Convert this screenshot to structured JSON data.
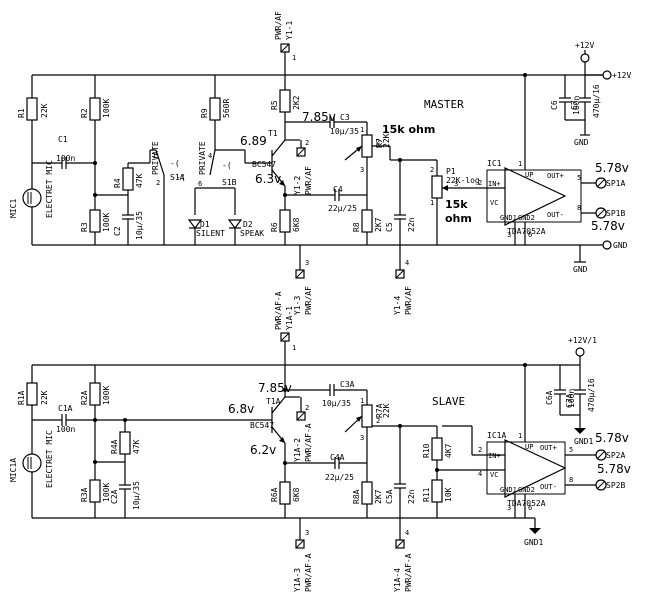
{
  "master": {
    "title": "MASTER",
    "mic": "MIC1",
    "mic_label": "ELECTRET MIC",
    "r1": "R1",
    "r1_val": "22K",
    "r2": "R2",
    "r2_val": "100K",
    "r3": "R3",
    "r3_val": "100K",
    "r4": "R4",
    "r4_val": "47K",
    "r5": "R5",
    "r5_val": "2K2",
    "r6": "R6",
    "r6_val": "6K8",
    "r7": "R7",
    "r7_val": "22K",
    "r8": "R8",
    "r8_val": "2K7",
    "r9": "R9",
    "r9_val": "560R",
    "c1": "C1",
    "c1_val": "100n",
    "c2": "C2",
    "c2_val": "10μ/35",
    "c3": "C3",
    "c3_val": "10μ/35",
    "c4": "C4",
    "c4_val": "22μ/25",
    "c5": "C5",
    "c5_val": "22n",
    "c6": "C6",
    "c6_val": "100n",
    "c7": "C7",
    "c7_val": "470μ/16",
    "t1": "T1",
    "t1_val": "BC547",
    "s1a": "S1A",
    "s1b": "S1B",
    "sw_private": "PRIVATE",
    "sw_private2": "PRIVATE",
    "d1": "D1",
    "d1_val": "SILENT",
    "d2": "D2",
    "d2_val": "SPEAK",
    "p1": "P1",
    "p1_val": "22K-log",
    "ic": "IC1",
    "ic_part": "TDA7052A",
    "y1_1": "Y1-1",
    "y1_1_type": "PWR/AF",
    "y1_2": "Y1-2",
    "y1_2_type": "PWR/AF",
    "y1_3": "Y1-3",
    "y1_3_type": "PWR/AF",
    "y1_4": "Y1-4",
    "y1_4_type": "PWR/AF",
    "sp1a": "SP1A",
    "sp1b": "SP1B",
    "vcc": "+12V",
    "vcc_top": "+12V",
    "gnd": "GND",
    "gnd2": "GND",
    "gnd3": "GND",
    "pin_up": "UP",
    "pin_inp": "IN+",
    "pin_vc": "VC",
    "pin_out1": "OUT+",
    "pin_out2": "OUT-",
    "pin_gnd1": "GND1",
    "pin_gnd2": "GND2",
    "ann_v1": "7.85v",
    "ann_v2": "6.89",
    "ann_v3": "6.3v",
    "ann_15k": "15k ohm",
    "ann_15k2": "15k",
    "ann_ohm": "ohm",
    "ann_out1": "5.78v",
    "ann_out2": "5.78v"
  },
  "slave": {
    "title": "SLAVE",
    "mic": "MIC1A",
    "mic_label": "ELECTRET MIC",
    "r1": "R1A",
    "r1_val": "22K",
    "r2": "R2A",
    "r2_val": "100K",
    "r3": "R3A",
    "r3_val": "100K",
    "r4": "R4A",
    "r4_val": "47K",
    "r6": "R6A",
    "r6_val": "6K8",
    "r7": "R7A",
    "r7_val": "22K",
    "r8": "R8A",
    "r8_val": "2K7",
    "r10": "R10",
    "r10_val": "4K7",
    "r11": "R11",
    "r11_val": "10K",
    "c1": "C1A",
    "c1_val": "100n",
    "c2": "C2A",
    "c2_val": "10μ/35",
    "c3": "C3A",
    "c3_val": "10μ/35",
    "c4": "C4A",
    "c4_val": "22μ/25",
    "c5": "C5A",
    "c5_val": "22n",
    "c6": "C6A",
    "c6_val": "100n",
    "c7": "C7A",
    "c7_val": "470μ/16",
    "t1": "T1A",
    "t1_val": "BC547",
    "ic": "IC1A",
    "ic_part": "TDA7052A",
    "y1_1": "Y1A-1",
    "y1_1_type": "PWR/AF-A",
    "y1_2": "Y1A-2",
    "y1_2_type": "PWR/AF-A",
    "y1_3": "Y1A-3",
    "y1_3_type": "PWR/AF-A",
    "y1_4": "Y1A-4",
    "y1_4_type": "PWR/AF-A",
    "sp2a": "SP2A",
    "sp2b": "SP2B",
    "vcc": "+12V/1",
    "gnd": "GND1",
    "gnd2": "GND1",
    "pin_up": "UP",
    "pin_inp": "IN+",
    "pin_vc": "VC",
    "pin_out1": "OUT+",
    "pin_out2": "OUT-",
    "pin_gnd1": "GND1",
    "pin_gnd2": "GND2",
    "ann_v1": "7.85v",
    "ann_v2": "6.8v",
    "ann_v3": "6.2v",
    "ann_out1": "5.78v",
    "ann_out2": "5.78v"
  }
}
